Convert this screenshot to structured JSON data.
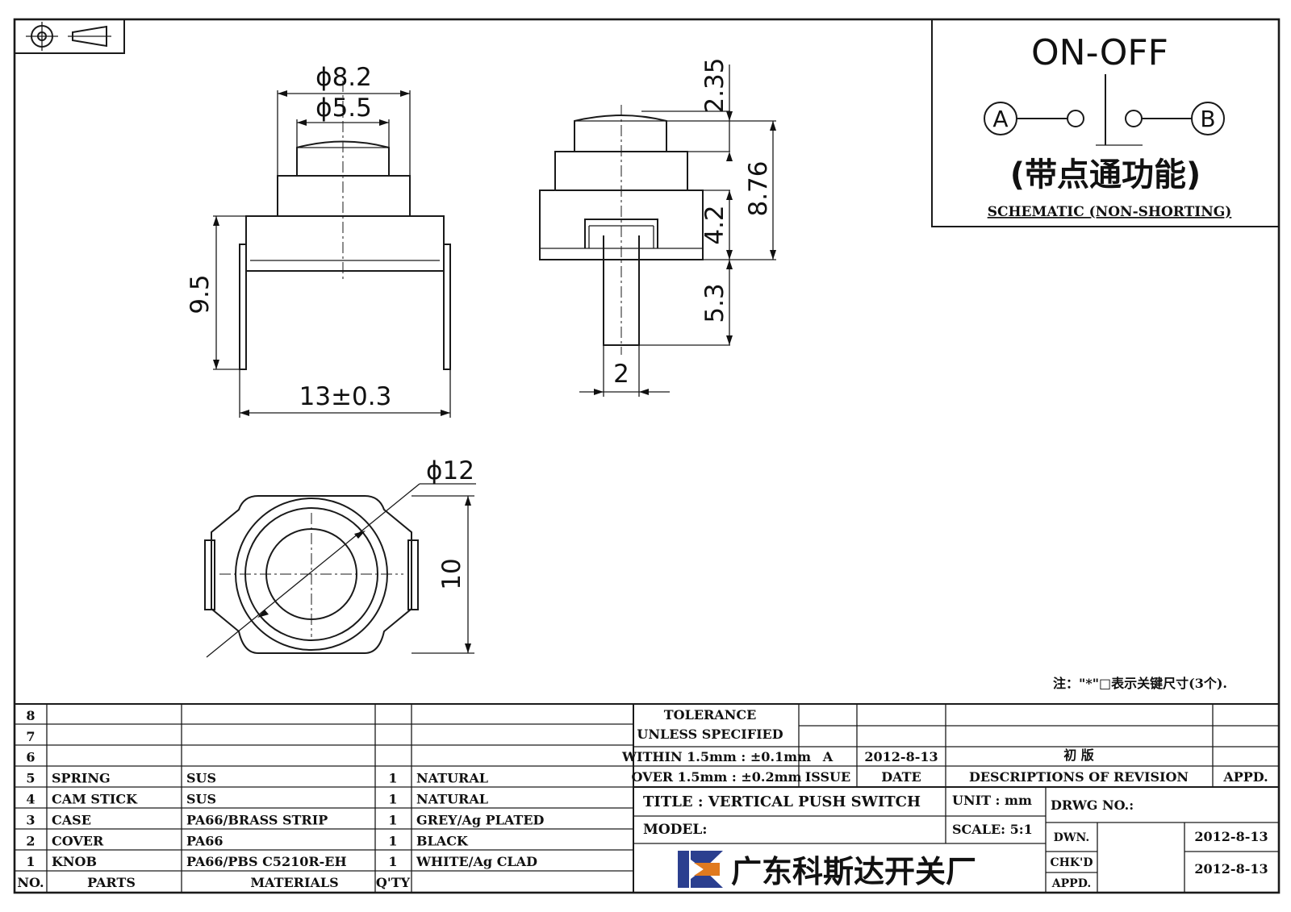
{
  "schematic": {
    "heading": "ON-OFF",
    "terminal_a": "A",
    "terminal_b": "B",
    "function_note": "(带点通功能)",
    "caption": "SCHEMATIC (NON-SHORTING)"
  },
  "dimensions": {
    "front_knob_outer": "ϕ8.2",
    "front_knob_inner": "ϕ5.5",
    "front_height": "9.5",
    "front_width": "13±0.3",
    "side_knob_height": "2.35",
    "side_body_height": "8.76",
    "side_case_height": "4.2",
    "side_stem_height": "5.3",
    "side_stem_width": "2",
    "bottom_diameter": "ϕ12",
    "bottom_height": "10"
  },
  "note": "注：\"*\"□表示关键尺寸(3个).",
  "parts_table": {
    "headers": {
      "no": "NO.",
      "parts": "PARTS",
      "materials": "MATERIALS",
      "qty": "Q'TY"
    },
    "rows": [
      {
        "no": "8",
        "part": "",
        "material": "",
        "qty": "",
        "finish": ""
      },
      {
        "no": "7",
        "part": "",
        "material": "",
        "qty": "",
        "finish": ""
      },
      {
        "no": "6",
        "part": "",
        "material": "",
        "qty": "",
        "finish": ""
      },
      {
        "no": "5",
        "part": "SPRING",
        "material": "SUS",
        "qty": "1",
        "finish": "NATURAL"
      },
      {
        "no": "4",
        "part": "CAM STICK",
        "material": "SUS",
        "qty": "1",
        "finish": "NATURAL"
      },
      {
        "no": "3",
        "part": "CASE",
        "material": "PA66/BRASS STRIP",
        "qty": "1",
        "finish": "GREY/Ag PLATED"
      },
      {
        "no": "2",
        "part": "COVER",
        "material": "PA66",
        "qty": "1",
        "finish": "BLACK"
      },
      {
        "no": "1",
        "part": "KNOB",
        "material": "PA66/PBS C5210R-EH",
        "qty": "1",
        "finish": "WHITE/Ag CLAD"
      }
    ]
  },
  "tolerance": {
    "line1": "TOLERANCE",
    "line2": "UNLESS  SPECIFIED",
    "within": "WITHIN 1.5mm : ±0.1mm",
    "over": "OVER 1.5mm : ±0.2mm"
  },
  "revision": {
    "issue": "A",
    "date": "2012-8-13",
    "description": "初  版",
    "headers": {
      "issue": "ISSUE",
      "date": "DATE",
      "description": "DESCRIPTIONS OF REVISION",
      "appd": "APPD."
    }
  },
  "title_block": {
    "title": "TITLE :  VERTICAL PUSH SWITCH",
    "unit": "UNIT :  mm",
    "drwg_no": "DRWG NO.:",
    "model": "MODEL:",
    "scale": "SCALE:  5:1",
    "dwn_label": "DWN.",
    "dwn_date": "2012-8-13",
    "chkd_label": "CHK'D",
    "appd_label": "APPD.",
    "chk_date": "2012-8-13",
    "company": "广东科斯达开关厂"
  },
  "colors": {
    "line": "#1a1a1a",
    "logo_blue": "#2b3f8f",
    "logo_orange": "#e07a1f"
  }
}
